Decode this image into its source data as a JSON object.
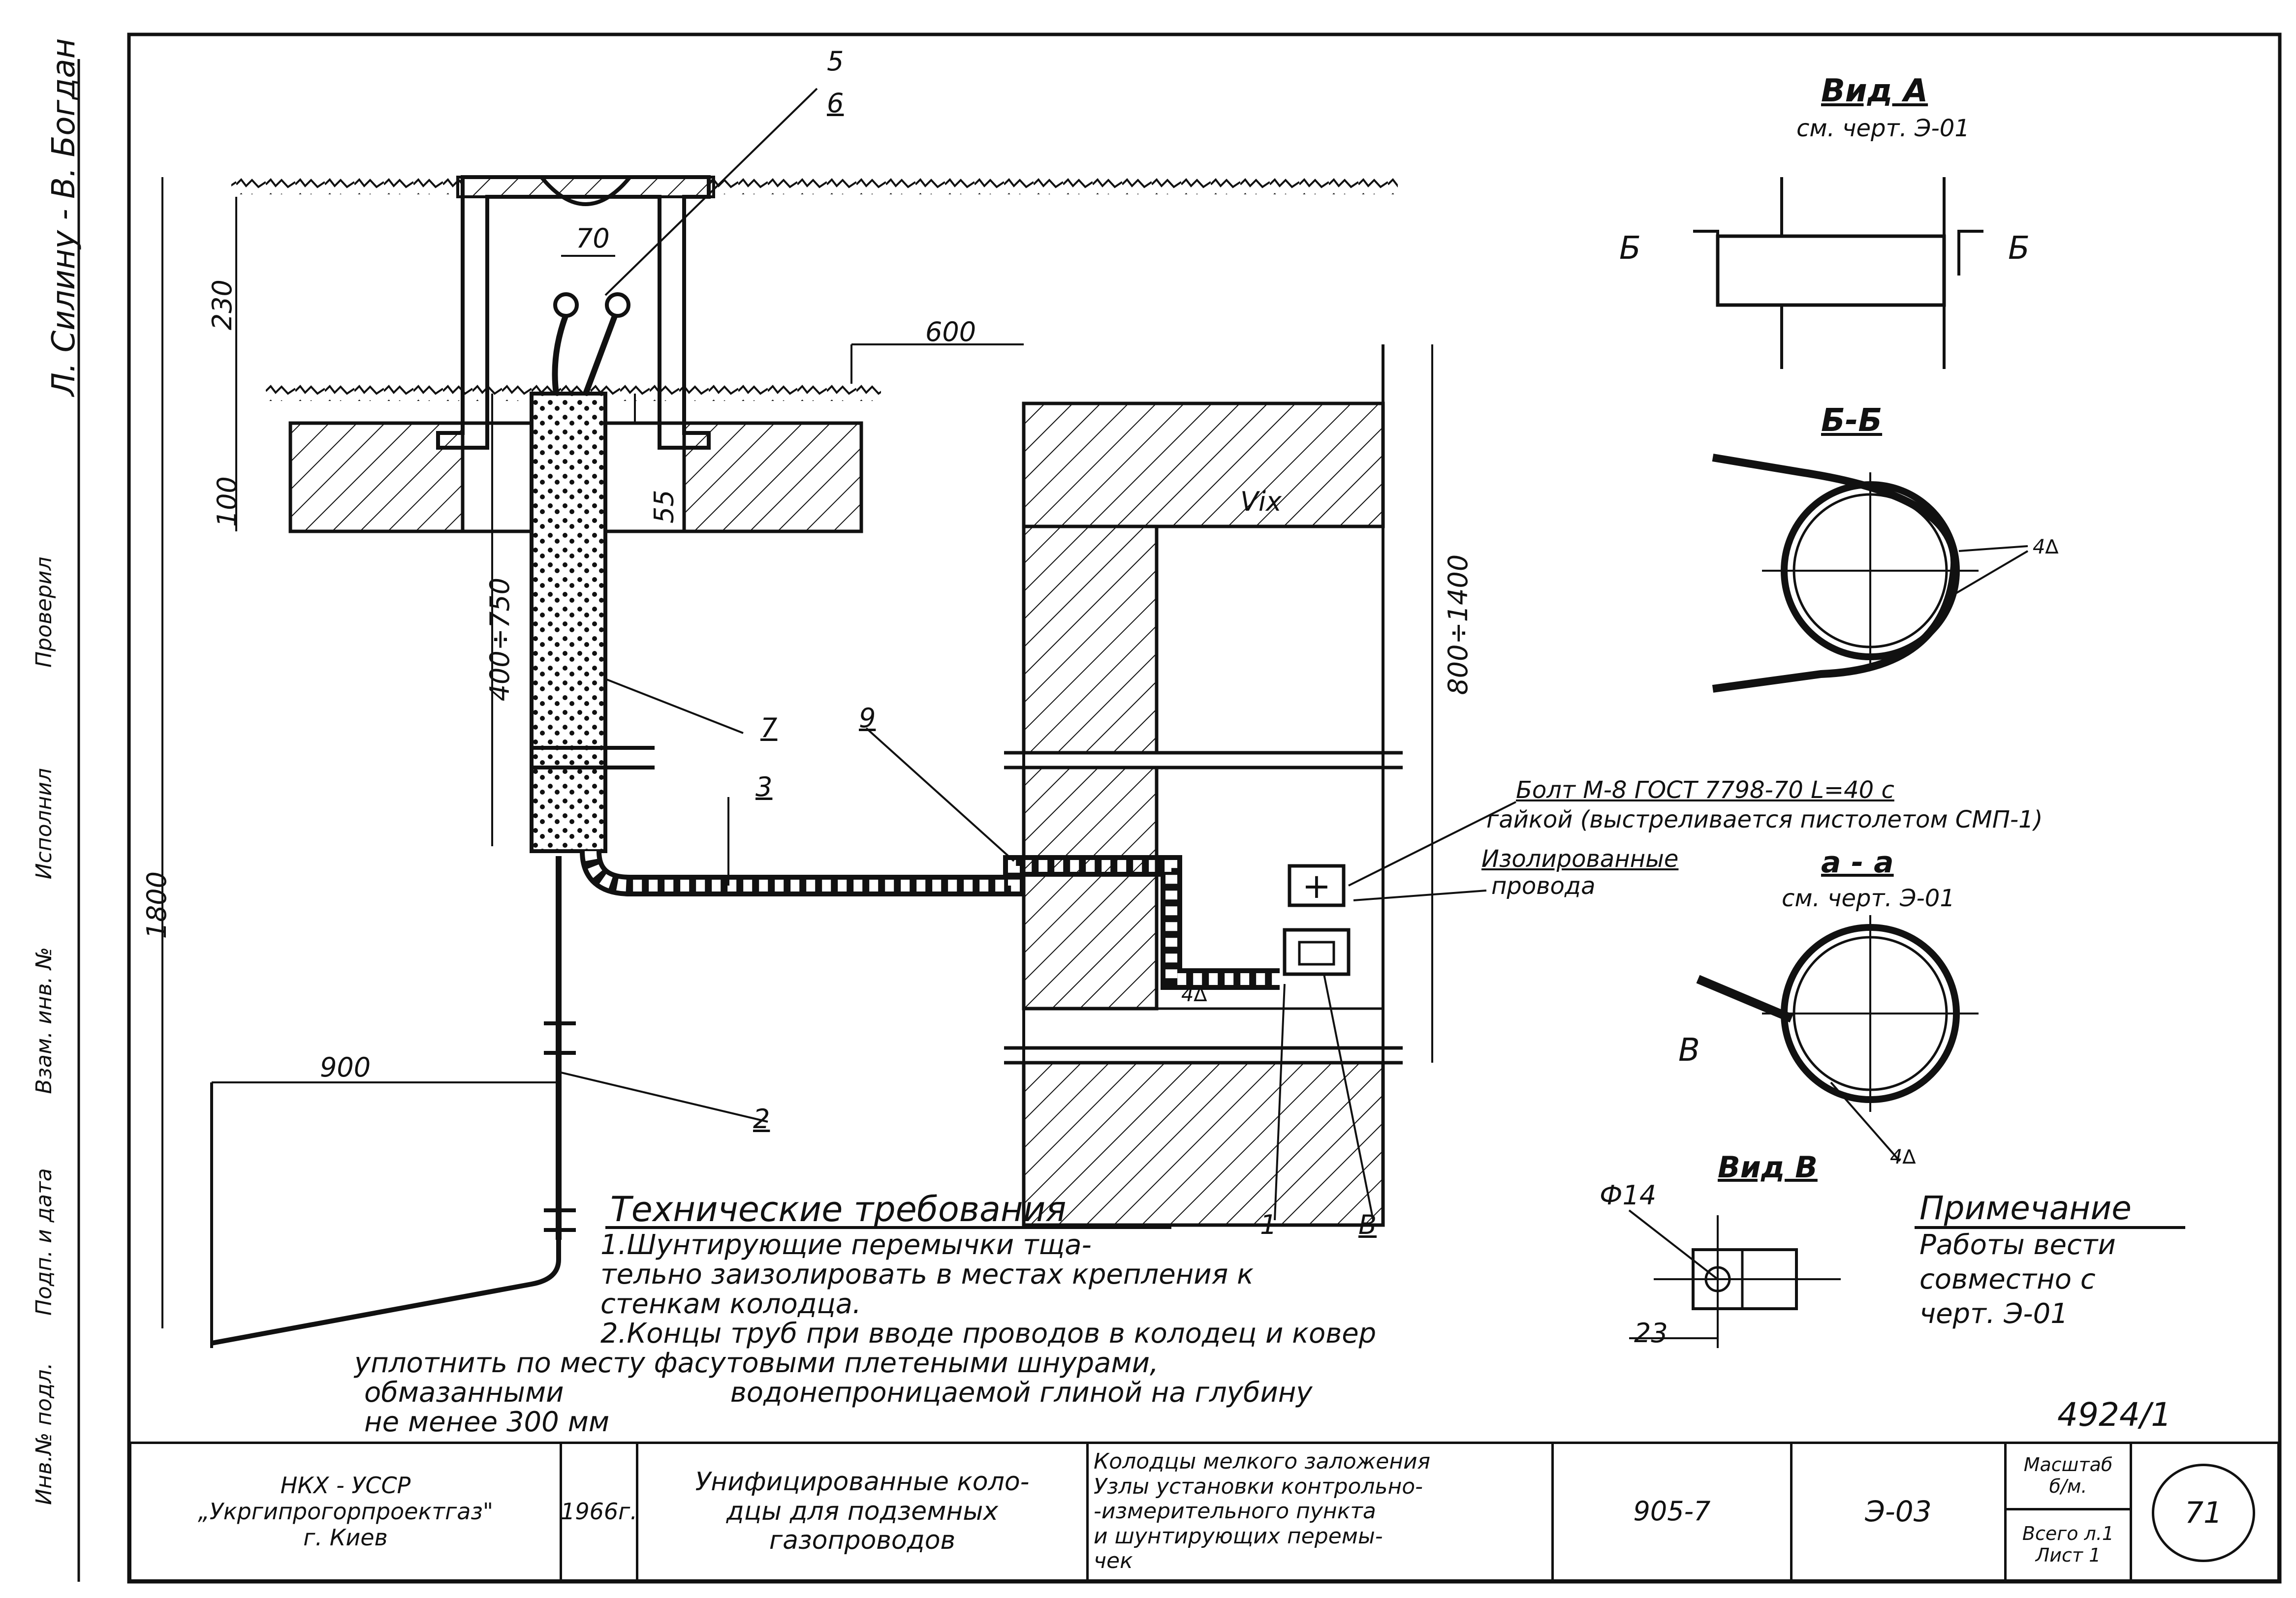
{
  "drawing": {
    "side_vertical_text": "Л. Силину - В. Богдан",
    "stamp_side_labels": [
      "Инв.№ подл.",
      "Подп. и дата",
      "Взам. инв. №",
      "Исполнил",
      "Проверил"
    ],
    "top_leader": {
      "num": "5",
      "den": "6"
    },
    "dims": {
      "d70": "70",
      "d230": "230",
      "d100": "100",
      "d55": "55",
      "d400_750": "400÷750",
      "d1800": "1800",
      "d600": "600",
      "d800_1400": "800÷1400",
      "d900": "900",
      "d23": "23",
      "phi14": "Ф14"
    },
    "callouts": {
      "c7": "7",
      "c9": "9",
      "c3": "3",
      "c2": "2",
      "c1": "1",
      "cB": "В"
    },
    "hole_label": "Vix",
    "annot_bolt_1": "Болт М-8 ГОСТ 7798-70 L=40 с",
    "annot_bolt_2": "гайкой (выстреливается пистолетом СМП-1)",
    "annot_wire_1": "Изолированные",
    "annot_wire_2": "провода",
    "weld_mark": "4∆",
    "view_A": {
      "title": "Вид А",
      "ref": "см. черт. Э-01",
      "section_letter": "Б"
    },
    "section_BB": {
      "title": "Б-Б"
    },
    "section_aa": {
      "title": "а - а",
      "ref": "см. черт. Э-01",
      "letter": "В"
    },
    "view_B": {
      "title": "Вид В"
    },
    "tech_req": {
      "title": "Технические требования",
      "line1": "1.Шунтирующие перемычки тща-",
      "line2": "тельно заизолировать в местах крепления к",
      "line3": "стенкам колодца.",
      "line4": "2.Концы труб при вводе проводов в колодец и ковер",
      "line5": "уплотнить по месту фасутовыми плетеными шнурами,",
      "line6": "обмазанными                   водонепроницаемой глиной на глубину",
      "line7": "не менее 300 мм"
    },
    "note": {
      "title": "Примечание",
      "line1": "Работы вести",
      "line2": "совместно с",
      "line3": "черт. Э-01"
    }
  },
  "title_block": {
    "sheet_code": "4924/1",
    "org": "НКХ - УССР\n„Укргипрогорпроектгаз\"\nг. Киев",
    "year": "1966г.",
    "series_title": "Унифицированные коло-\nдцы для подземных\nгазопроводов",
    "description": "Колодцы мелкого заложения\nУзлы установки контрольно-\n-измерительного пункта\nи шунтирующих перемы-\nчек",
    "series": "905-7",
    "drawing_no": "Э-03",
    "scale_label": "Масштаб\nб/м.",
    "sheets_label": "Всего л.1\nЛист 1",
    "page_no": "71"
  }
}
